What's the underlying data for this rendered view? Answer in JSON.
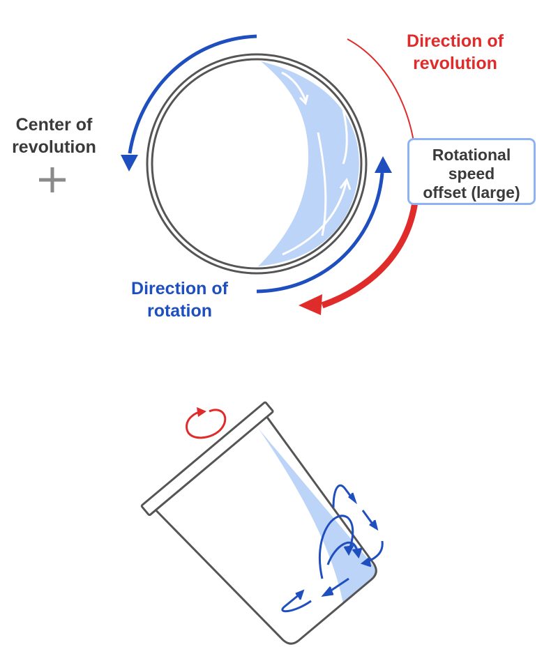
{
  "labels": {
    "center_of_revolution": [
      "Center of",
      "revolution"
    ],
    "direction_of_revolution": [
      "Direction of",
      "revolution"
    ],
    "direction_of_rotation": [
      "Direction of",
      "rotation"
    ],
    "rotational_speed_offset": [
      "Rotational",
      "speed",
      "offset (large)"
    ]
  },
  "colors": {
    "rotation_blue": "#1f4fbf",
    "revolution_red": "#e02b2b",
    "liquid_fill": "#bcd4f7",
    "outline_gray": "#555555",
    "text_dark": "#3a3a3a",
    "box_border": "#8fb3f2"
  }
}
